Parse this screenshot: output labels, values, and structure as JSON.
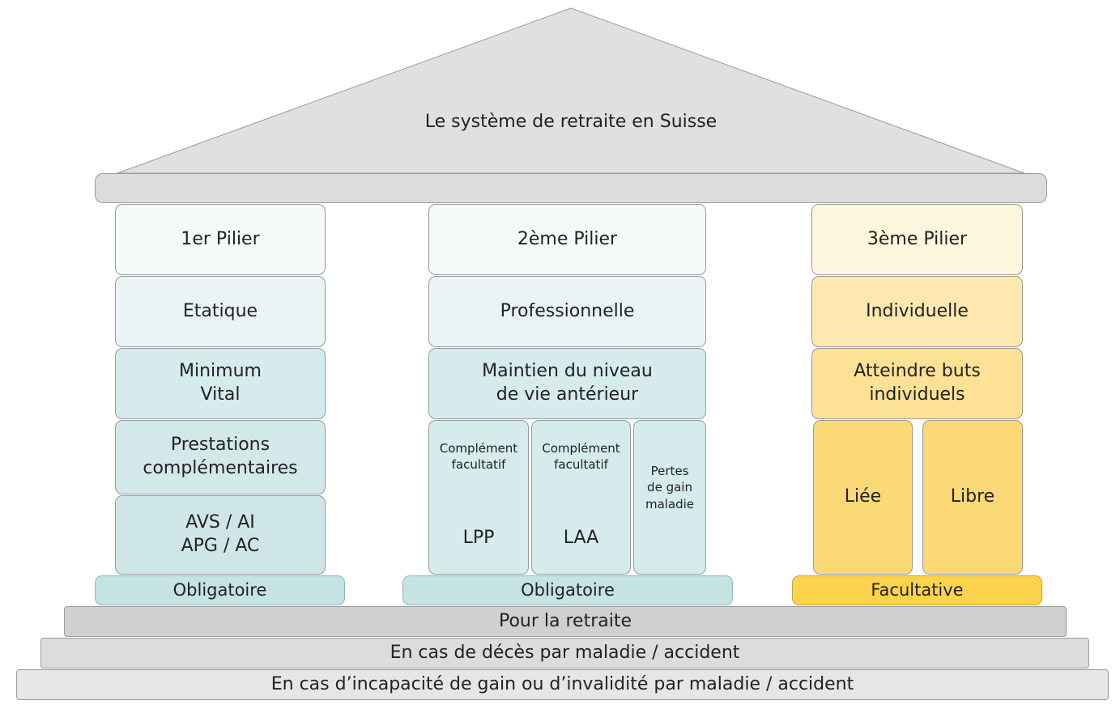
{
  "title": "Le système de retraite en Suisse",
  "pillars": {
    "p1": {
      "header": "1er Pilier",
      "type": "Etatique",
      "goal": "Minimum\nVital",
      "extra": "Prestations\ncomplémentaires",
      "base": "AVS / AI\nAPG / AC",
      "footer": "Obligatoire"
    },
    "p2": {
      "header": "2ème Pilier",
      "type": "Professionnelle",
      "goal": "Maintien du niveau\nde vie antérieur",
      "sub": [
        {
          "note": "Complément\nfacultatif",
          "label": "LPP"
        },
        {
          "note": "Complément\nfacultatif",
          "label": "LAA"
        },
        {
          "note": "Pertes\nde gain\nmaladie",
          "label": ""
        }
      ],
      "footer": "Obligatoire"
    },
    "p3": {
      "header": "3ème Pilier",
      "type": "Individuelle",
      "goal": "Atteindre buts\nindividuels",
      "sub": [
        {
          "label": "Liée"
        },
        {
          "label": "Libre"
        }
      ],
      "footer": "Facultative"
    }
  },
  "steps": [
    "Pour la retraite",
    "En cas de décès par maladie / accident",
    "En cas d’incapacité de gain ou d’invalidité par maladie / accident"
  ],
  "colors": {
    "roof": "#e0e0e0",
    "pillar1": [
      "#f4f9f9",
      "#eaf4f4",
      "#d6ebeb",
      "#d3e8e8",
      "#cfe6e6"
    ],
    "pillar3": [
      "#fdf5dc",
      "#fde9b0",
      "#fde296",
      "#fcd977"
    ],
    "footer_teal": "#c5e3e3",
    "footer_yellow": "#fbd34d"
  }
}
